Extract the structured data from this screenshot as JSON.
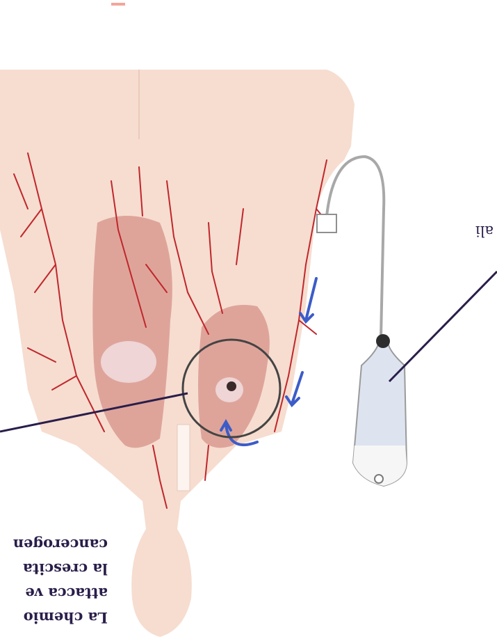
{
  "captions": {
    "left_block": [
      "La chemio",
      "attacca ve",
      "la crescita",
      "cancerogen"
    ],
    "right_fragment": "ali"
  },
  "colors": {
    "skin": "#f6ddd0",
    "lung": "#d99a90",
    "vessel": "#c0262b",
    "arrow": "#3c5cc8",
    "leader_line": "#2a1e4a",
    "bag_fluid": "#dde4f0"
  }
}
